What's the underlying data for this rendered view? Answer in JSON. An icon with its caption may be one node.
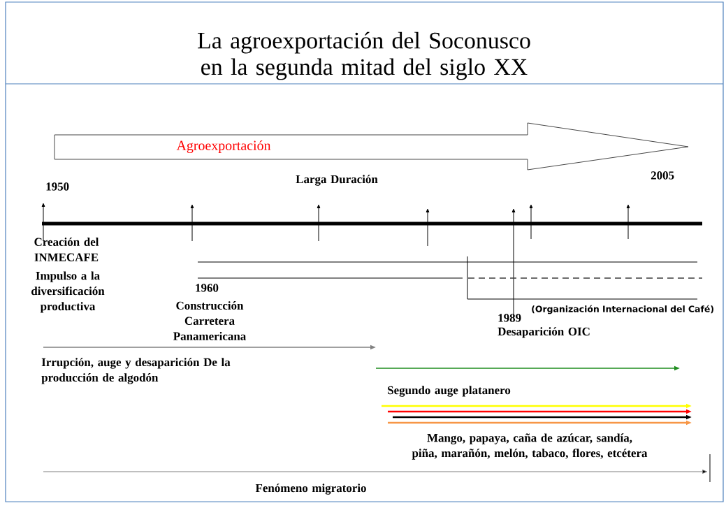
{
  "diagram": {
    "title": "La agroexportación del Soconusco en la segunda mitad del siglo XX",
    "nodes": [
      {
        "text": [
          "Agroexportación"
        ]
      }
    ],
    "labels": [
      "1950",
      "Larga Duración",
      "2005",
      "Creación del INMECAFE",
      "Impulso a la diversificación productiva",
      "1960",
      "Construcción Carretera Panamericana",
      "1989",
      "(Organización Internacional del Café)",
      "Desaparición OIC",
      "Irrupción, auge y desaparición De la producción de algodón",
      "Segundo auge platanero",
      "Mango, papaya, caña de azúcar, sandía, piña, marañón, melón, tabaco, flores, etcétera",
      "Fenómeno migratorio"
    ]
  }
}
